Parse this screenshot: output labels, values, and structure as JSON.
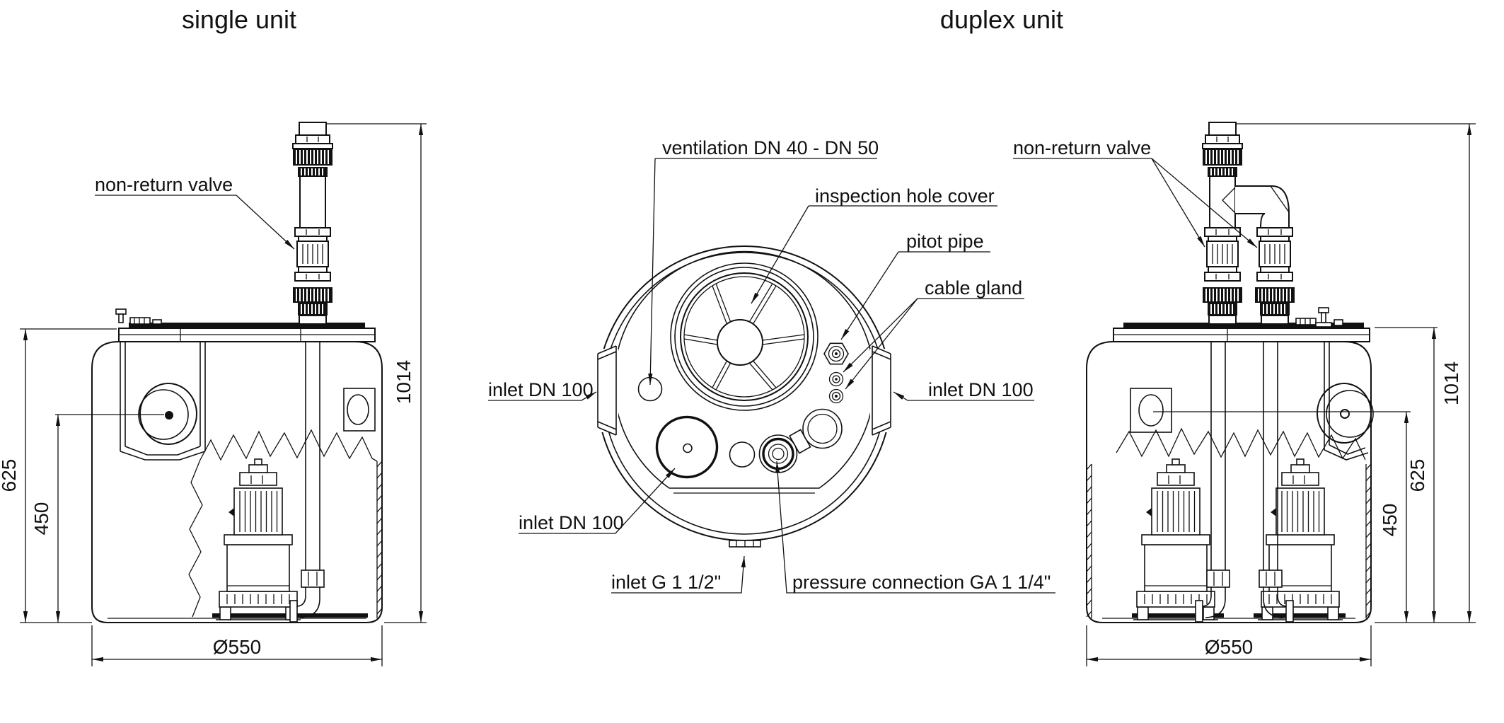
{
  "views": {
    "single": {
      "title": "single unit",
      "labels": {
        "non_return_valve": "non-return valve"
      },
      "dimensions": {
        "total_height": "1014",
        "tank_height": "625",
        "inlet_height": "450",
        "diameter": "Ø550"
      }
    },
    "top": {
      "labels": {
        "ventilation": "ventilation DN 40 - DN 50",
        "inspection_hole_cover": "inspection hole cover",
        "pitot_pipe": "pitot pipe",
        "cable_gland": "cable gland",
        "inlet_left": "inlet DN 100",
        "inlet_right": "inlet DN 100",
        "inlet_bottom": "inlet DN 100",
        "inlet_g": "inlet G 1 1/2\"",
        "pressure_connection": "pressure connection GA 1 1/4\""
      }
    },
    "duplex": {
      "title": "duplex unit",
      "labels": {
        "non_return_valve": "non-return valve"
      },
      "dimensions": {
        "total_height": "1014",
        "tank_height": "625",
        "inlet_height": "450",
        "diameter": "Ø550"
      }
    }
  }
}
